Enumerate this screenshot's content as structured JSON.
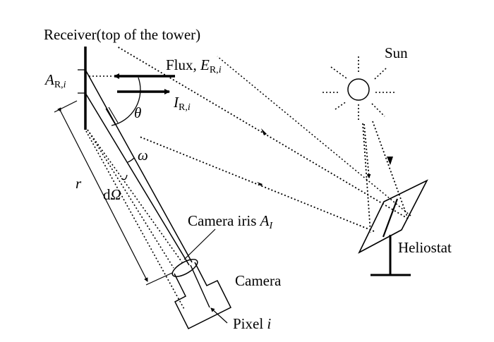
{
  "diagram": {
    "title": "Solar tower flux measurement geometry",
    "labels": {
      "receiver": "Receiver(top of the tower)",
      "flux_prefix": "Flux, ",
      "flux_symbol": "E",
      "flux_sub_r": "R,",
      "flux_sub_i": "i",
      "area_symbol": "A",
      "area_sub_r": "R,",
      "area_sub_i": "i",
      "intensity_symbol": "I",
      "intensity_sub_r": "R,",
      "intensity_sub_i": "i",
      "theta": "θ",
      "omega": "ω",
      "distance": "r",
      "solid_angle_d": "d",
      "solid_angle_symbol": "Ω",
      "sun": "Sun",
      "camera_iris": "Camera iris ",
      "iris_symbol": "A",
      "iris_sub": "I",
      "camera": "Camera",
      "pixel": "Pixel ",
      "pixel_index": "i",
      "heliostat": "Heliostat"
    },
    "components": [
      "receiver",
      "sun",
      "heliostat",
      "camera",
      "camera-iris",
      "pixel"
    ],
    "colors": {
      "ink": "#000000",
      "background": "#ffffff"
    }
  }
}
